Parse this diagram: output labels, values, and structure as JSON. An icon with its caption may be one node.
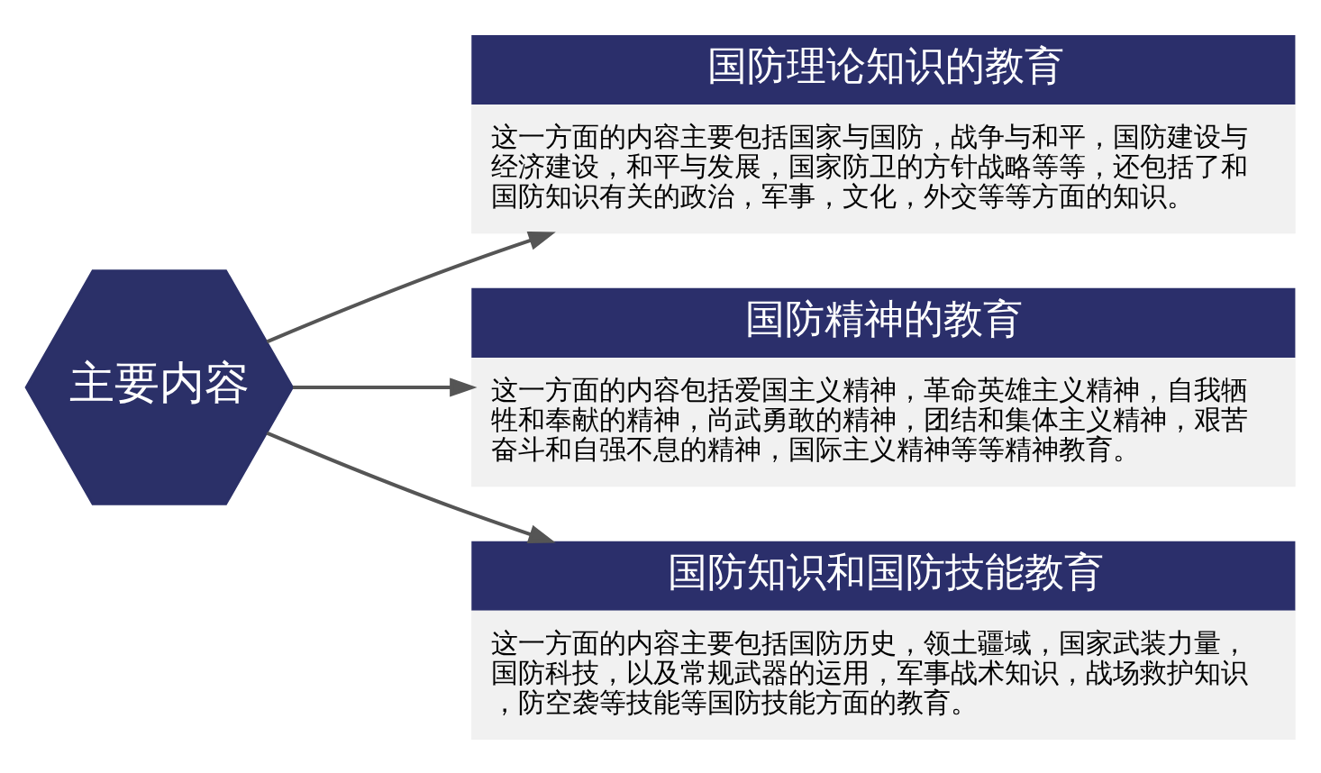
{
  "diagram": {
    "nodes": [
      {
        "text": [
          "主要内容"
        ]
      },
      {
        "text": [
          "国防理论知识的教育",
          "这一方面的内容主要包括国家与国防，战争与和平，国防建设与经济建设，和平与发展，国家防卫的方针战略等等，还包括了和国防知识有关的政治，军事，文化，外交等等方面的知识。"
        ]
      },
      {
        "text": [
          "国防精神的教育",
          "这一方面的内容包括爱国主义精神，革命英雄主义精神，自我牺牲和奉献的精神，尚武勇敢的精神，团结和集体主义精神，艰苦奋斗和自强不息的精神，国际主义精神等等精神教育。"
        ]
      },
      {
        "text": [
          "国防知识和国防技能教育",
          "这一方面的内容主要包括国防历史，领土疆域，国家武装力量，国防科技，以及常规武器的运用，军事战术知识，战场救护知识，防空袭等技能等国防技能方面的教育。"
        ]
      }
    ],
    "edges": [
      {
        "from": 0,
        "to": 1,
        "arrow": "to"
      },
      {
        "from": 0,
        "to": 2,
        "arrow": "to"
      },
      {
        "from": 0,
        "to": 3,
        "arrow": "to"
      }
    ]
  }
}
